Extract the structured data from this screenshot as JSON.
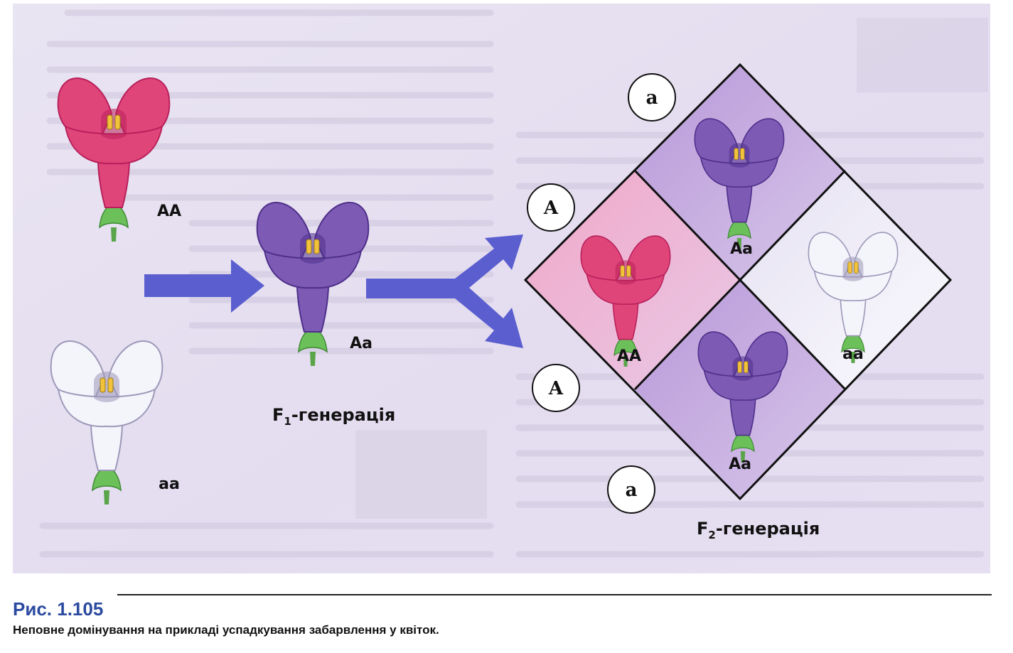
{
  "genotypes": {
    "parent_red": "AA",
    "parent_white": "aa",
    "f1": "Aa",
    "cell_top": "Aa",
    "cell_left": "AA",
    "cell_right": "aa",
    "cell_bottom": "Aa"
  },
  "generations": {
    "f1_main": "F",
    "f1_sub": "1",
    "f1_suffix": "-генерація",
    "f2_main": "F",
    "f2_sub": "2",
    "f2_suffix": "-генерація"
  },
  "gametes": {
    "top_right": "a",
    "left_upper": "A",
    "left_lower": "A",
    "bottom": "a"
  },
  "figure": {
    "label": "Рис. 1.105",
    "caption": "Неповне домінування на прикладі успадкування забарвлення у квіток."
  },
  "colors": {
    "red_flower": "#e0457a",
    "purple_flower": "#7d5bb5",
    "white_flower": "#f4f4fb",
    "arrow": "#5a5ecf",
    "background": "#ece6f4"
  }
}
